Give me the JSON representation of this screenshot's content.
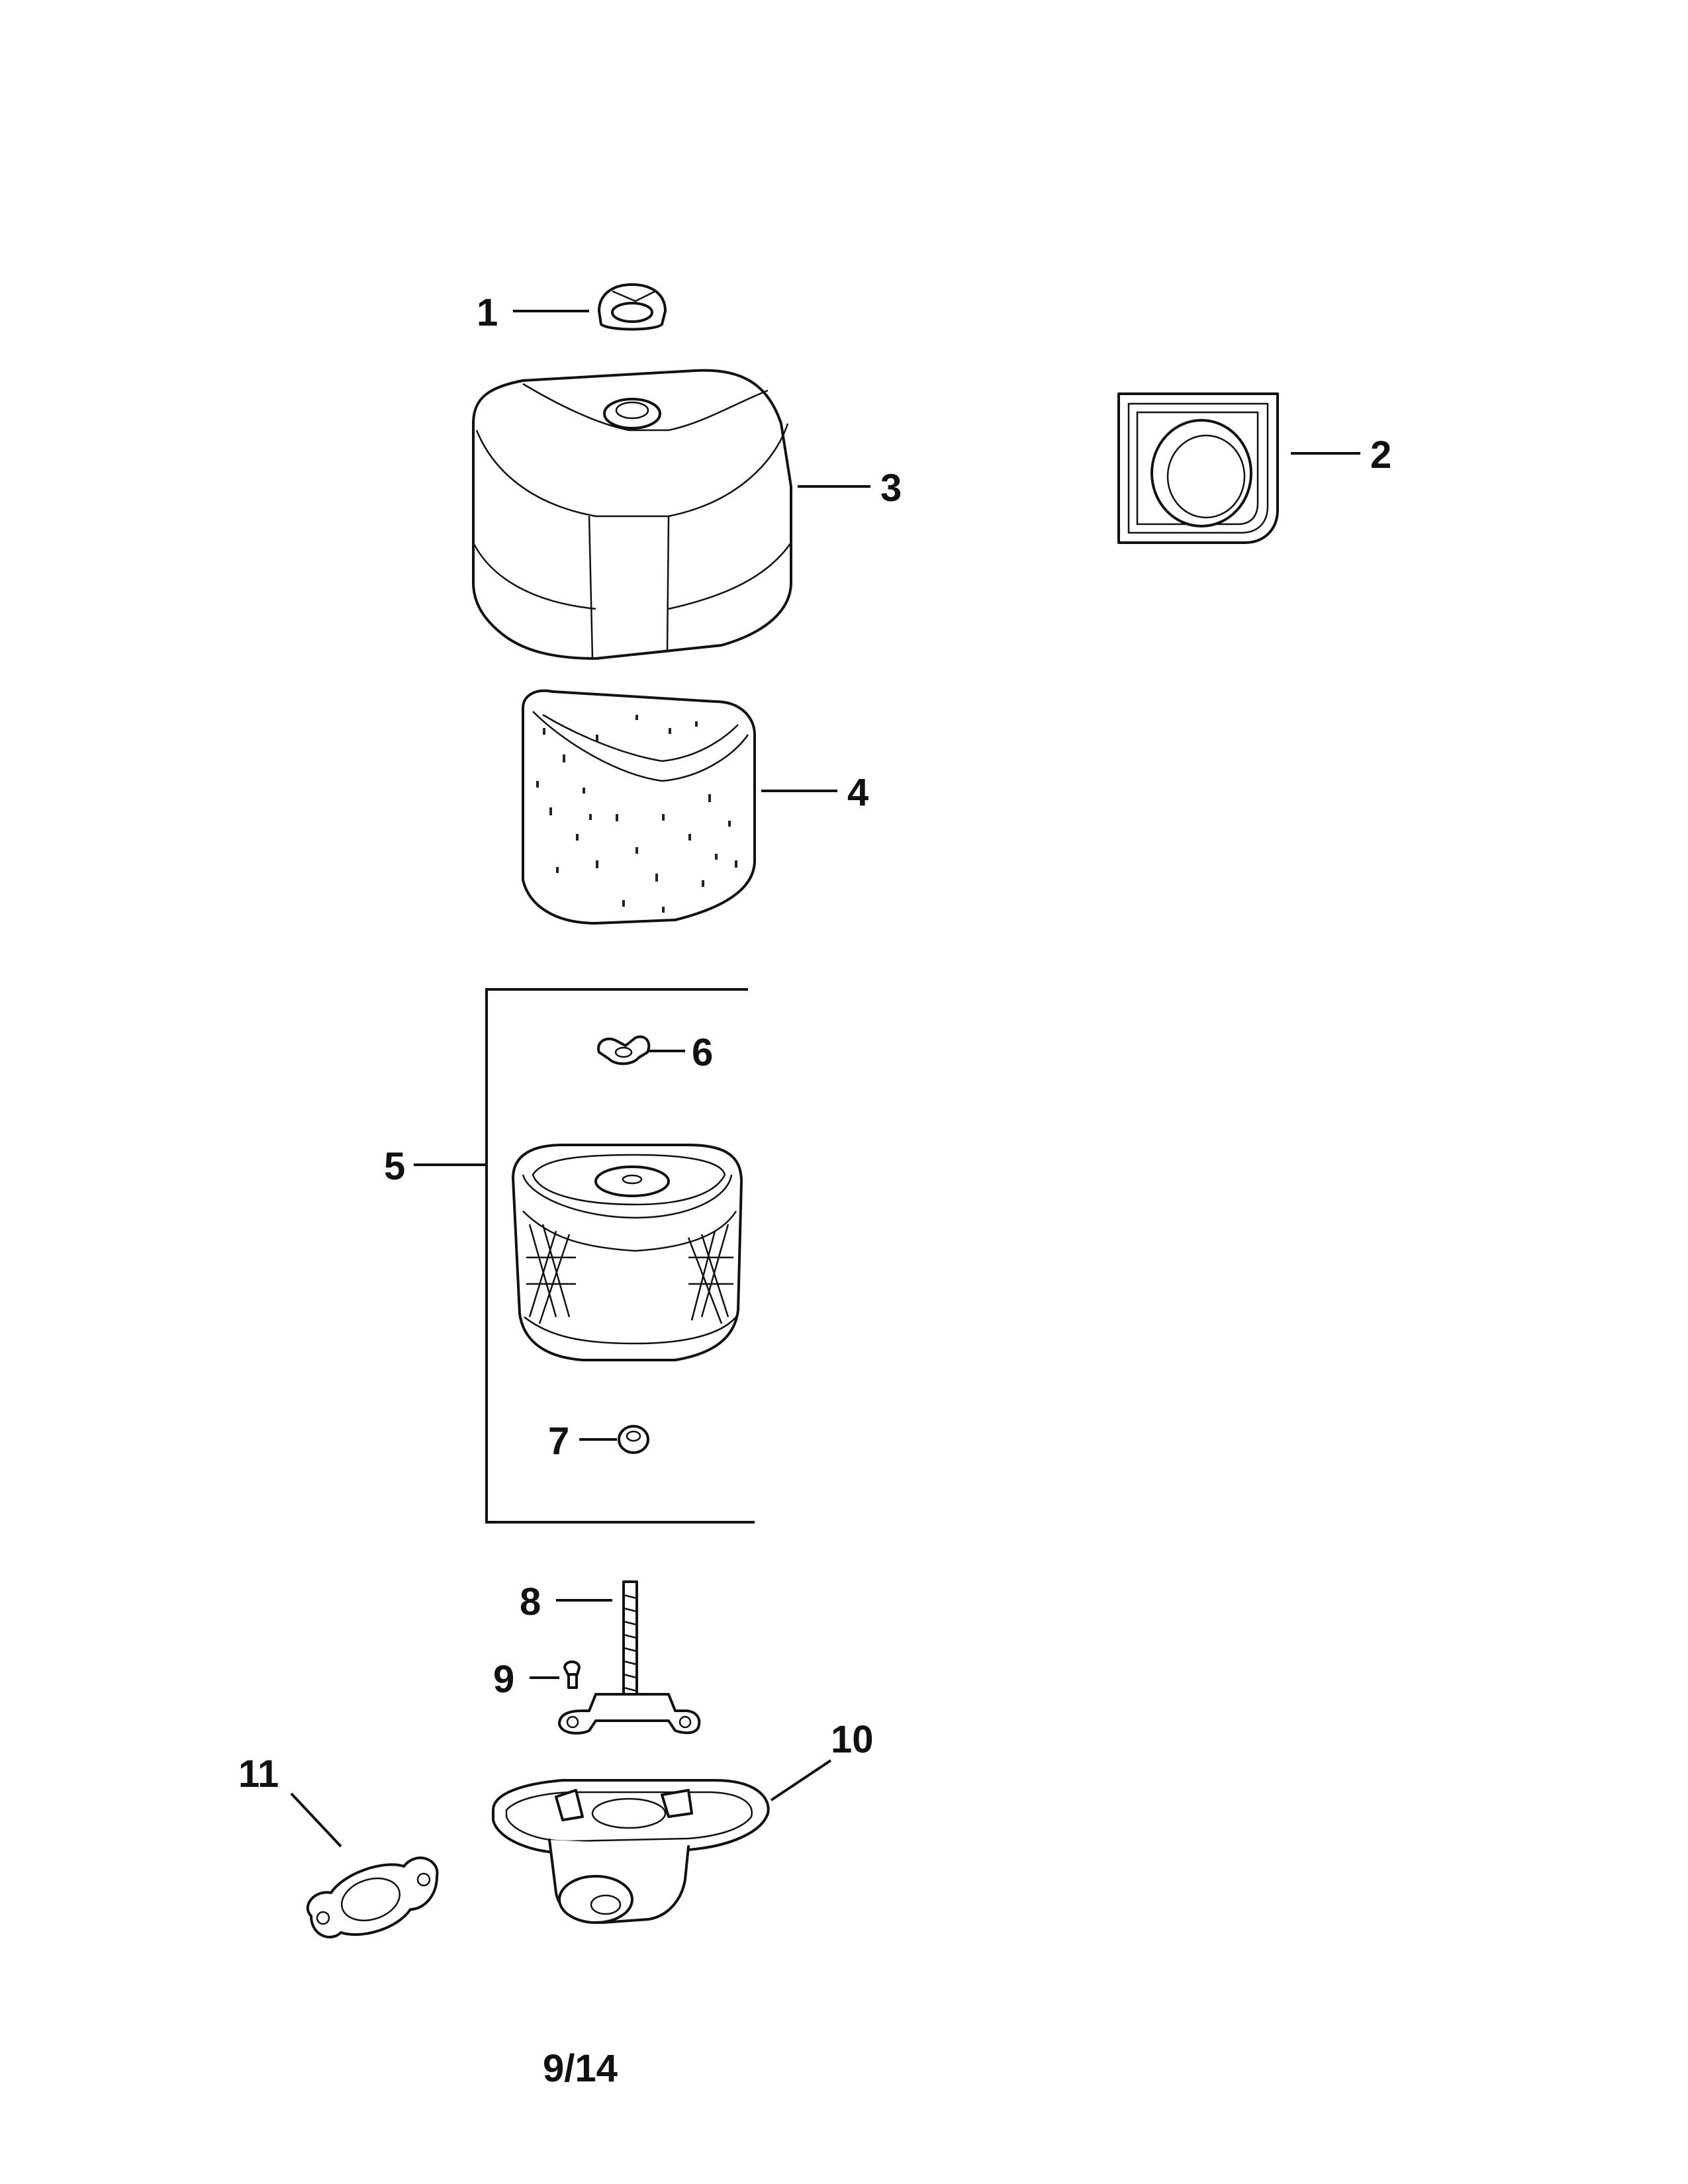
{
  "diagram": {
    "page_label": "9/14",
    "callouts": [
      {
        "id": "1",
        "text": "1"
      },
      {
        "id": "2",
        "text": "2"
      },
      {
        "id": "3",
        "text": "3"
      },
      {
        "id": "4",
        "text": "4"
      },
      {
        "id": "5",
        "text": "5"
      },
      {
        "id": "6",
        "text": "6"
      },
      {
        "id": "7",
        "text": "7"
      },
      {
        "id": "8",
        "text": "8"
      },
      {
        "id": "9",
        "text": "9"
      },
      {
        "id": "10",
        "text": "10"
      },
      {
        "id": "11",
        "text": "11"
      }
    ]
  }
}
